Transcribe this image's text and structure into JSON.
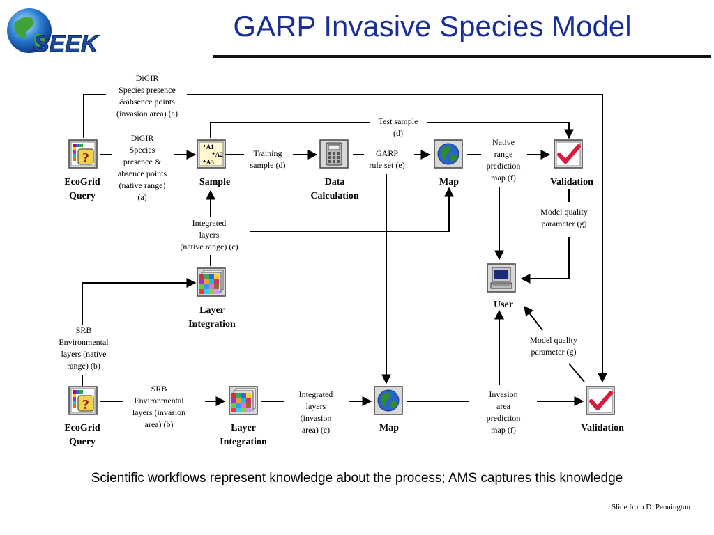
{
  "slide": {
    "title": "GARP Invasive Species Model",
    "caption": "Scientific workflows represent knowledge about the process; AMS captures this knowledge",
    "credit": "Slide from D. Pennington",
    "logo_text": "SEEK"
  },
  "nodes": {
    "ecogrid_query_top": "EcoGrid\nQuery",
    "sample": "Sample",
    "data_calculation": "Data\nCalculation",
    "map_top": "Map",
    "validation_top": "Validation",
    "user": "User",
    "layer_integration_mid": "Layer\nIntegration",
    "ecogrid_query_bottom": "EcoGrid\nQuery",
    "layer_integration_bottom": "Layer\nIntegration",
    "map_bottom": "Map",
    "validation_bottom": "Validation"
  },
  "sample_icon": {
    "a1": "⁺A1",
    "a2": "⁺A2",
    "a3": "⁺A3"
  },
  "labels": {
    "digir_invasion": "DiGIR\nSpecies presence\n&absence points\n(invasion area) (a)",
    "digir_native": "DiGIR\nSpecies\npresence &\nabsence points\n(native range)\n(a)",
    "training_sample": "Training\nsample (d)",
    "test_sample": "Test sample\n(d)",
    "garp_ruleset": "GARP\nrule set (e)",
    "native_prediction": "Native\nrange\nprediction\nmap (f)",
    "model_quality_top": "Model quality\nparameter (g)",
    "integrated_native": "Integrated\nlayers\n(native range) (c)",
    "srb_native": "SRB\nEnvironmental\nlayers (native\nrange)  (b)",
    "model_quality_bottom": "Model quality\nparameter (g)",
    "srb_invasion": "SRB\nEnvironmental\nlayers (invasion\narea)  (b)",
    "integrated_invasion": "Integrated\nlayers\n(invasion\narea) (c)",
    "invasion_prediction": "Invasion\narea\nprediction\nmap  (f)"
  },
  "colors": {
    "title": "#1a2f96",
    "validation_check": "#d81b3c",
    "globe_land": "#2e8b2e",
    "globe_sea": "#2a63c8"
  },
  "icons": {
    "query": "query-icon",
    "sample": "sample-icon",
    "calculator": "calculator-icon",
    "globe": "globe-icon",
    "validation": "checkmark-icon",
    "computer": "computer-icon",
    "layers": "layers-icon"
  }
}
